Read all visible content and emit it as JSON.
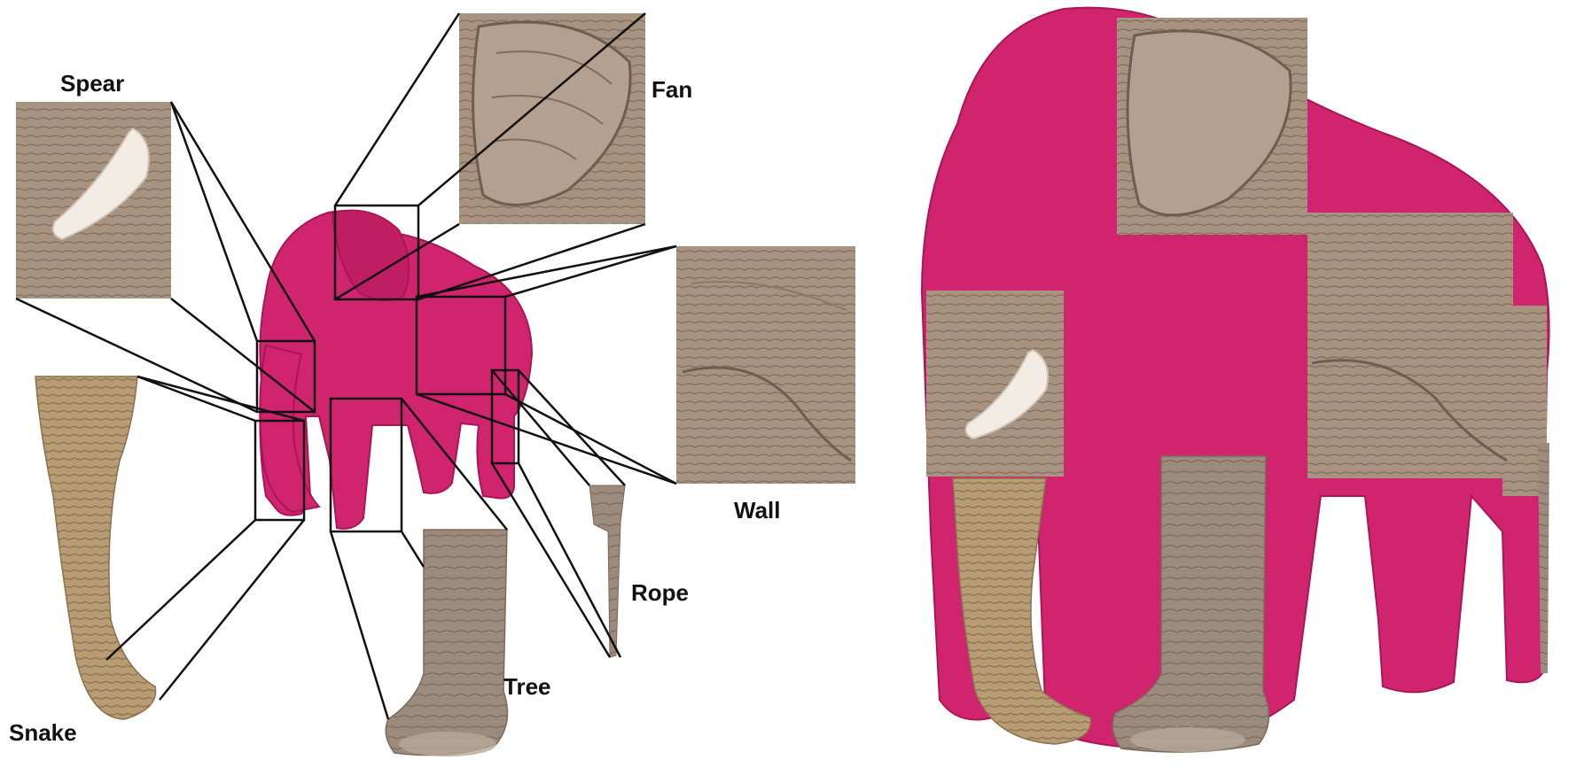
{
  "labels": {
    "spear": "Spear",
    "fan": "Fan",
    "wall": "Wall",
    "rope": "Rope",
    "tree": "Tree",
    "snake": "Snake"
  },
  "colors": {
    "elephant_pink": "#d0246e",
    "elephant_pink_dark": "#a81656",
    "skin": "#a89380",
    "skin_dark": "#7f6c5c",
    "trunk_skin": "#b59a72",
    "connector_line": "#111111",
    "background": "#ffffff"
  },
  "parts": [
    "ear",
    "tusk",
    "trunk",
    "side",
    "leg",
    "tail"
  ]
}
